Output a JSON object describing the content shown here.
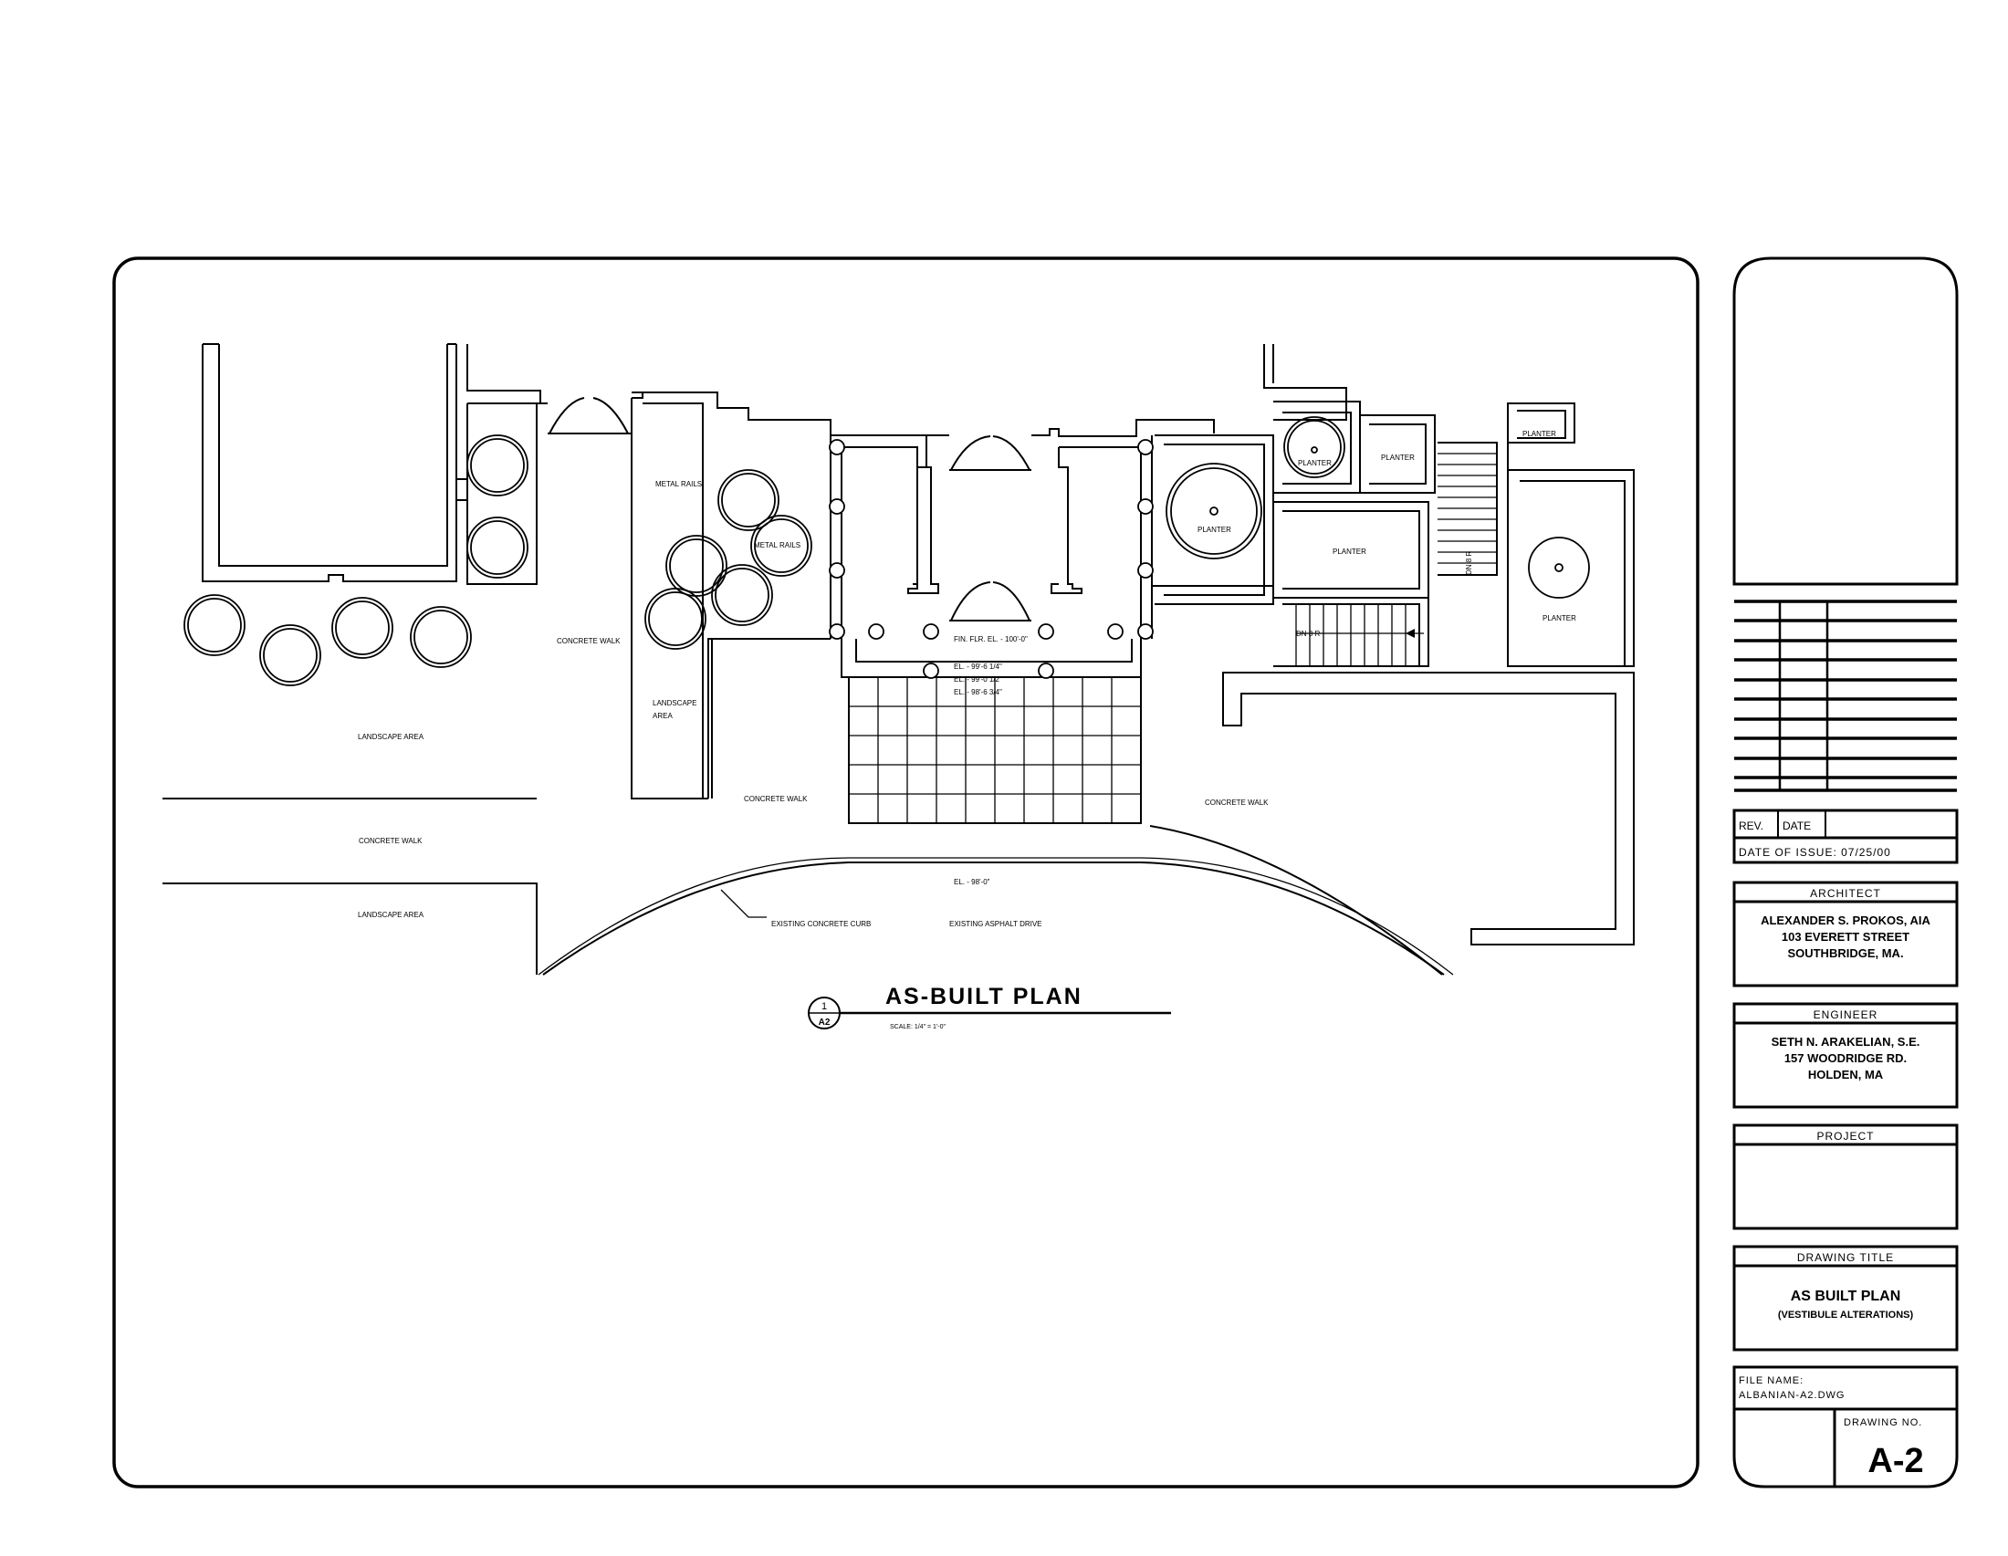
{
  "drawing": {
    "title": "AS-BUILT PLAN",
    "scale": "SCALE: 1/4\" = 1'-0\"",
    "detail_number": "1",
    "detail_sheet": "A2",
    "labels": {
      "metal_rails_1": "METAL RAILS",
      "metal_rails_2": "METAL RAILS",
      "concrete_walk_1": "CONCRETE WALK",
      "concrete_walk_2": "CONCRETE WALK",
      "concrete_walk_3": "CONCRETE WALK",
      "concrete_walk_4": "CONCRETE WALK",
      "landscape_area_1": "LANDSCAPE AREA",
      "landscape_area_2": "LANDSCAPE AREA",
      "landscape_area_3a": "LANDSCAPE",
      "landscape_area_3b": "AREA",
      "planter_1": "PLANTER",
      "planter_2": "PLANTER",
      "planter_3": "PLANTER",
      "planter_4": "PLANTER",
      "planter_5": "PLANTER",
      "planter_6": "PLANTER",
      "floor_elev": "FIN. FLR. EL. - 100'-0\"",
      "elev_1": "EL. - 99'-6 1/4\"",
      "elev_2": "EL. - 99'-0 1/2\"",
      "elev_3": "EL. - 98'-6 3/4\"",
      "elev_drive": "EL. - 98'-0\"",
      "existing_curb": "EXISTING CONCRETE CURB",
      "existing_drive": "EXISTING ASPHALT DRIVE",
      "stair_dn_1": "DN 3 R",
      "stair_dn_2": "DN 8 R"
    }
  },
  "title_block": {
    "rev_label": "REV.",
    "date_label": "DATE",
    "date_of_issue": "DATE OF ISSUE:  07/25/00",
    "architect": {
      "header": "ARCHITECT",
      "line1": "ALEXANDER S. PROKOS, AIA",
      "line2": "103 EVERETT STREET",
      "line3": "SOUTHBRIDGE, MA."
    },
    "engineer": {
      "header": "ENGINEER",
      "line1": "SETH N. ARAKELIAN, S.E.",
      "line2": "157 WOODRIDGE RD.",
      "line3": "HOLDEN, MA"
    },
    "project": {
      "header": "PROJECT"
    },
    "drawing_title": {
      "header": "DRAWING TITLE",
      "line1": "AS BUILT PLAN",
      "line2": "(VESTIBULE ALTERATIONS)"
    },
    "file_name_label": "FILE NAME:",
    "file_name": "ALBANIAN-A2.DWG",
    "drawing_no_label": "DRAWING NO.",
    "drawing_no": "A-2"
  }
}
